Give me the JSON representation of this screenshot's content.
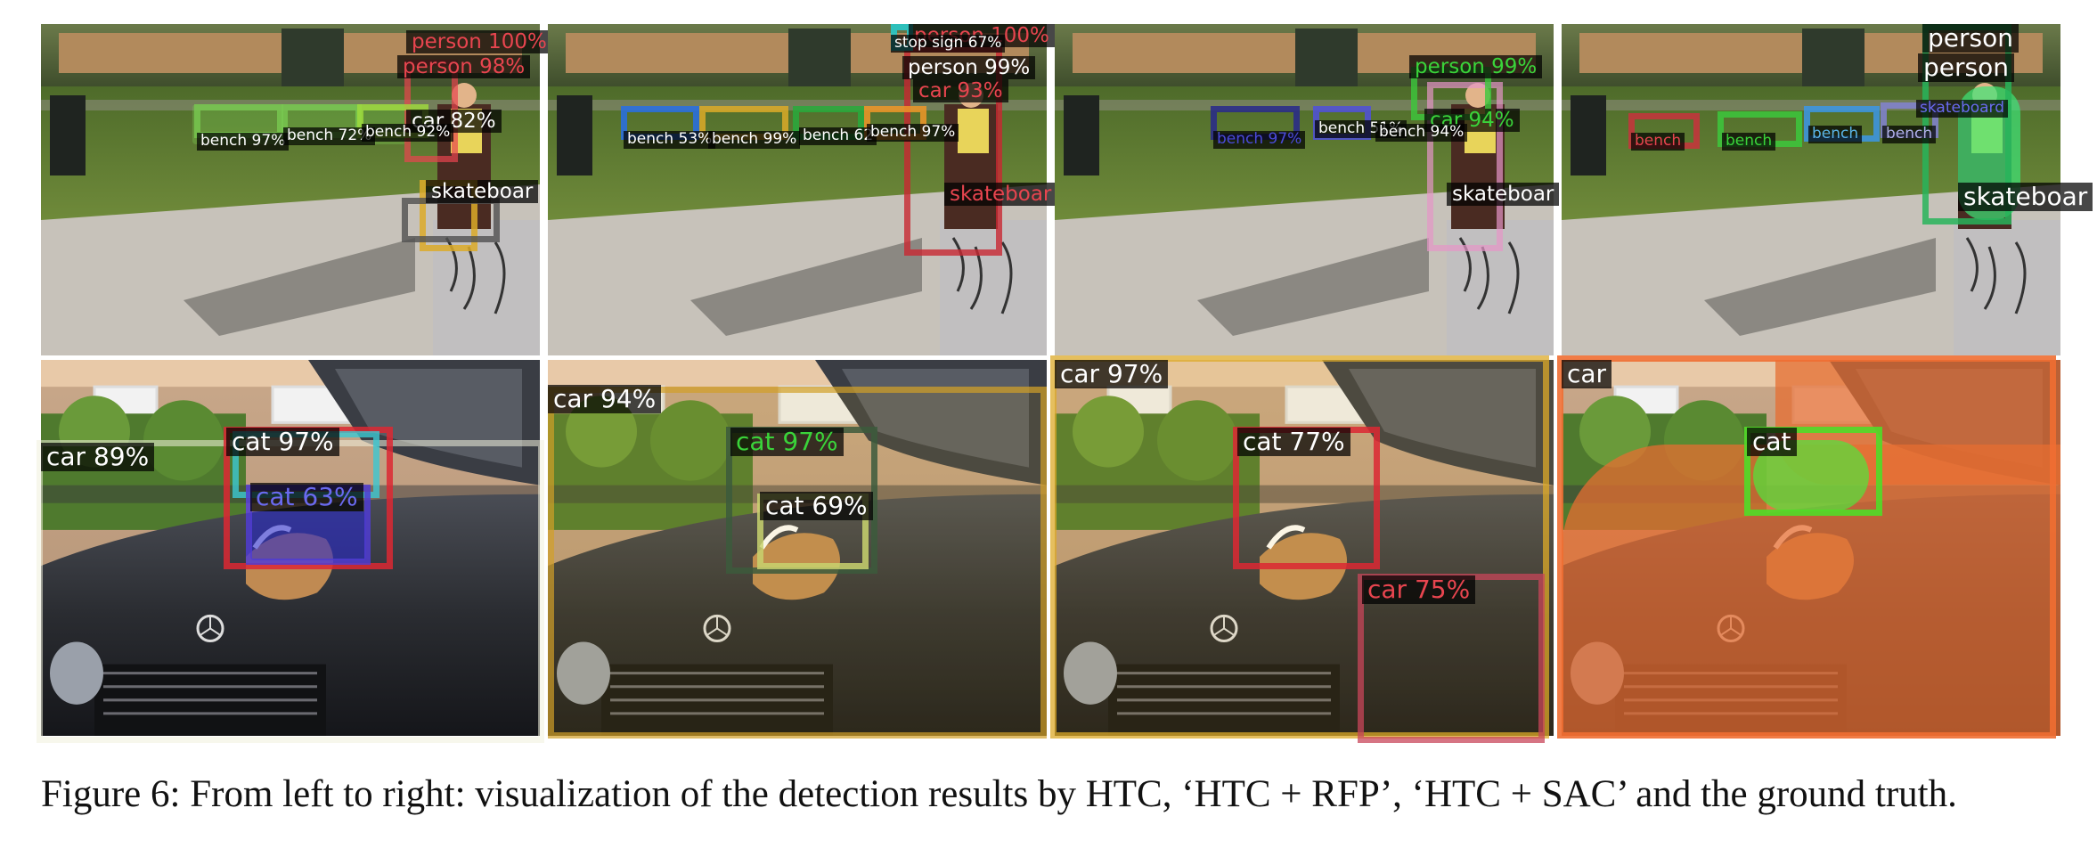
{
  "caption": "Figure 6: From left to right: visualization of the detection results by HTC, ‘HTC + RFP’, ‘HTC + SAC’ and the ground truth.",
  "rows": [
    {
      "scene": "skate",
      "panels": [
        {
          "labels": [
            {
              "id": "person-a",
              "text": "person 100%",
              "color": "#e8454f"
            },
            {
              "id": "person-b",
              "text": "person 98%",
              "color": "#e8454f"
            },
            {
              "id": "car",
              "text": "car 82%",
              "color": "#ffffff"
            },
            {
              "id": "bench-1",
              "text": "bench 97%",
              "color": "#ffffff"
            },
            {
              "id": "bench-2",
              "text": "bench 72%",
              "color": "#ffffff"
            },
            {
              "id": "bench-3",
              "text": "bench 92%",
              "color": "#ffffff"
            },
            {
              "id": "skateboard",
              "text": "skateboar",
              "color": "#ffffff"
            }
          ]
        },
        {
          "labels": [
            {
              "id": "person-a",
              "text": "person 100%",
              "color": "#e8454f"
            },
            {
              "id": "stop-sign",
              "text": "stop sign 67%",
              "color": "#ffffff"
            },
            {
              "id": "person-b",
              "text": "person 99%",
              "color": "#ffffff"
            },
            {
              "id": "car",
              "text": "car 93%",
              "color": "#e8454f"
            },
            {
              "id": "bench-1",
              "text": "bench 53%",
              "color": "#ffffff"
            },
            {
              "id": "bench-2",
              "text": "bench 99%",
              "color": "#ffffff"
            },
            {
              "id": "bench-3",
              "text": "bench 62",
              "color": "#ffffff"
            },
            {
              "id": "bench-4",
              "text": "bench 97%",
              "color": "#ffffff"
            },
            {
              "id": "skateboard",
              "text": "skateboar",
              "color": "#e8454f"
            }
          ]
        },
        {
          "labels": [
            {
              "id": "person",
              "text": "person 99%",
              "color": "#3ad43a"
            },
            {
              "id": "car",
              "text": "car 94%",
              "color": "#3ad43a"
            },
            {
              "id": "bench-1",
              "text": "bench 97%",
              "color": "#4a4ad8"
            },
            {
              "id": "bench-2",
              "text": "bench 51%",
              "color": "#ffffff"
            },
            {
              "id": "bench-3",
              "text": "bench 94%",
              "color": "#ffffff"
            },
            {
              "id": "skateboard",
              "text": "skateboar",
              "color": "#ffffff"
            }
          ]
        },
        {
          "labels": [
            {
              "id": "person-a",
              "text": "person",
              "color": "#ffffff"
            },
            {
              "id": "person-b",
              "text": "person",
              "color": "#ffffff"
            },
            {
              "id": "skateboard-small",
              "text": "skateboard",
              "color": "#6a6af0"
            },
            {
              "id": "bench-1",
              "text": "bench",
              "color": "#e8454f"
            },
            {
              "id": "bench-2",
              "text": "bench",
              "color": "#3ad43a"
            },
            {
              "id": "bench-3",
              "text": "bench",
              "color": "#5ab4e8"
            },
            {
              "id": "bench-4",
              "text": "bench",
              "color": "#b0b0e8"
            },
            {
              "id": "skateboard",
              "text": "skateboar",
              "color": "#ffffff"
            }
          ]
        }
      ]
    },
    {
      "scene": "car",
      "panels": [
        {
          "labels": [
            {
              "id": "car",
              "text": "car 89%",
              "color": "#ffffff"
            },
            {
              "id": "cat-a",
              "text": "cat 97%",
              "color": "#ffffff"
            },
            {
              "id": "cat-b",
              "text": "cat 63%",
              "color": "#6a6af0"
            }
          ]
        },
        {
          "labels": [
            {
              "id": "car",
              "text": "car 94%",
              "color": "#ffffff"
            },
            {
              "id": "cat-a",
              "text": "cat 97%",
              "color": "#3ad43a"
            },
            {
              "id": "cat-b",
              "text": "cat 69%",
              "color": "#ffffff"
            }
          ]
        },
        {
          "labels": [
            {
              "id": "car-a",
              "text": "car 97%",
              "color": "#ffffff"
            },
            {
              "id": "cat",
              "text": "cat 77%",
              "color": "#ffffff"
            },
            {
              "id": "car-b",
              "text": "car 75%",
              "color": "#e8454f"
            }
          ]
        },
        {
          "labels": [
            {
              "id": "car",
              "text": "car",
              "color": "#ffffff"
            },
            {
              "id": "cat",
              "text": "cat",
              "color": "#ffffff"
            }
          ]
        }
      ]
    }
  ]
}
